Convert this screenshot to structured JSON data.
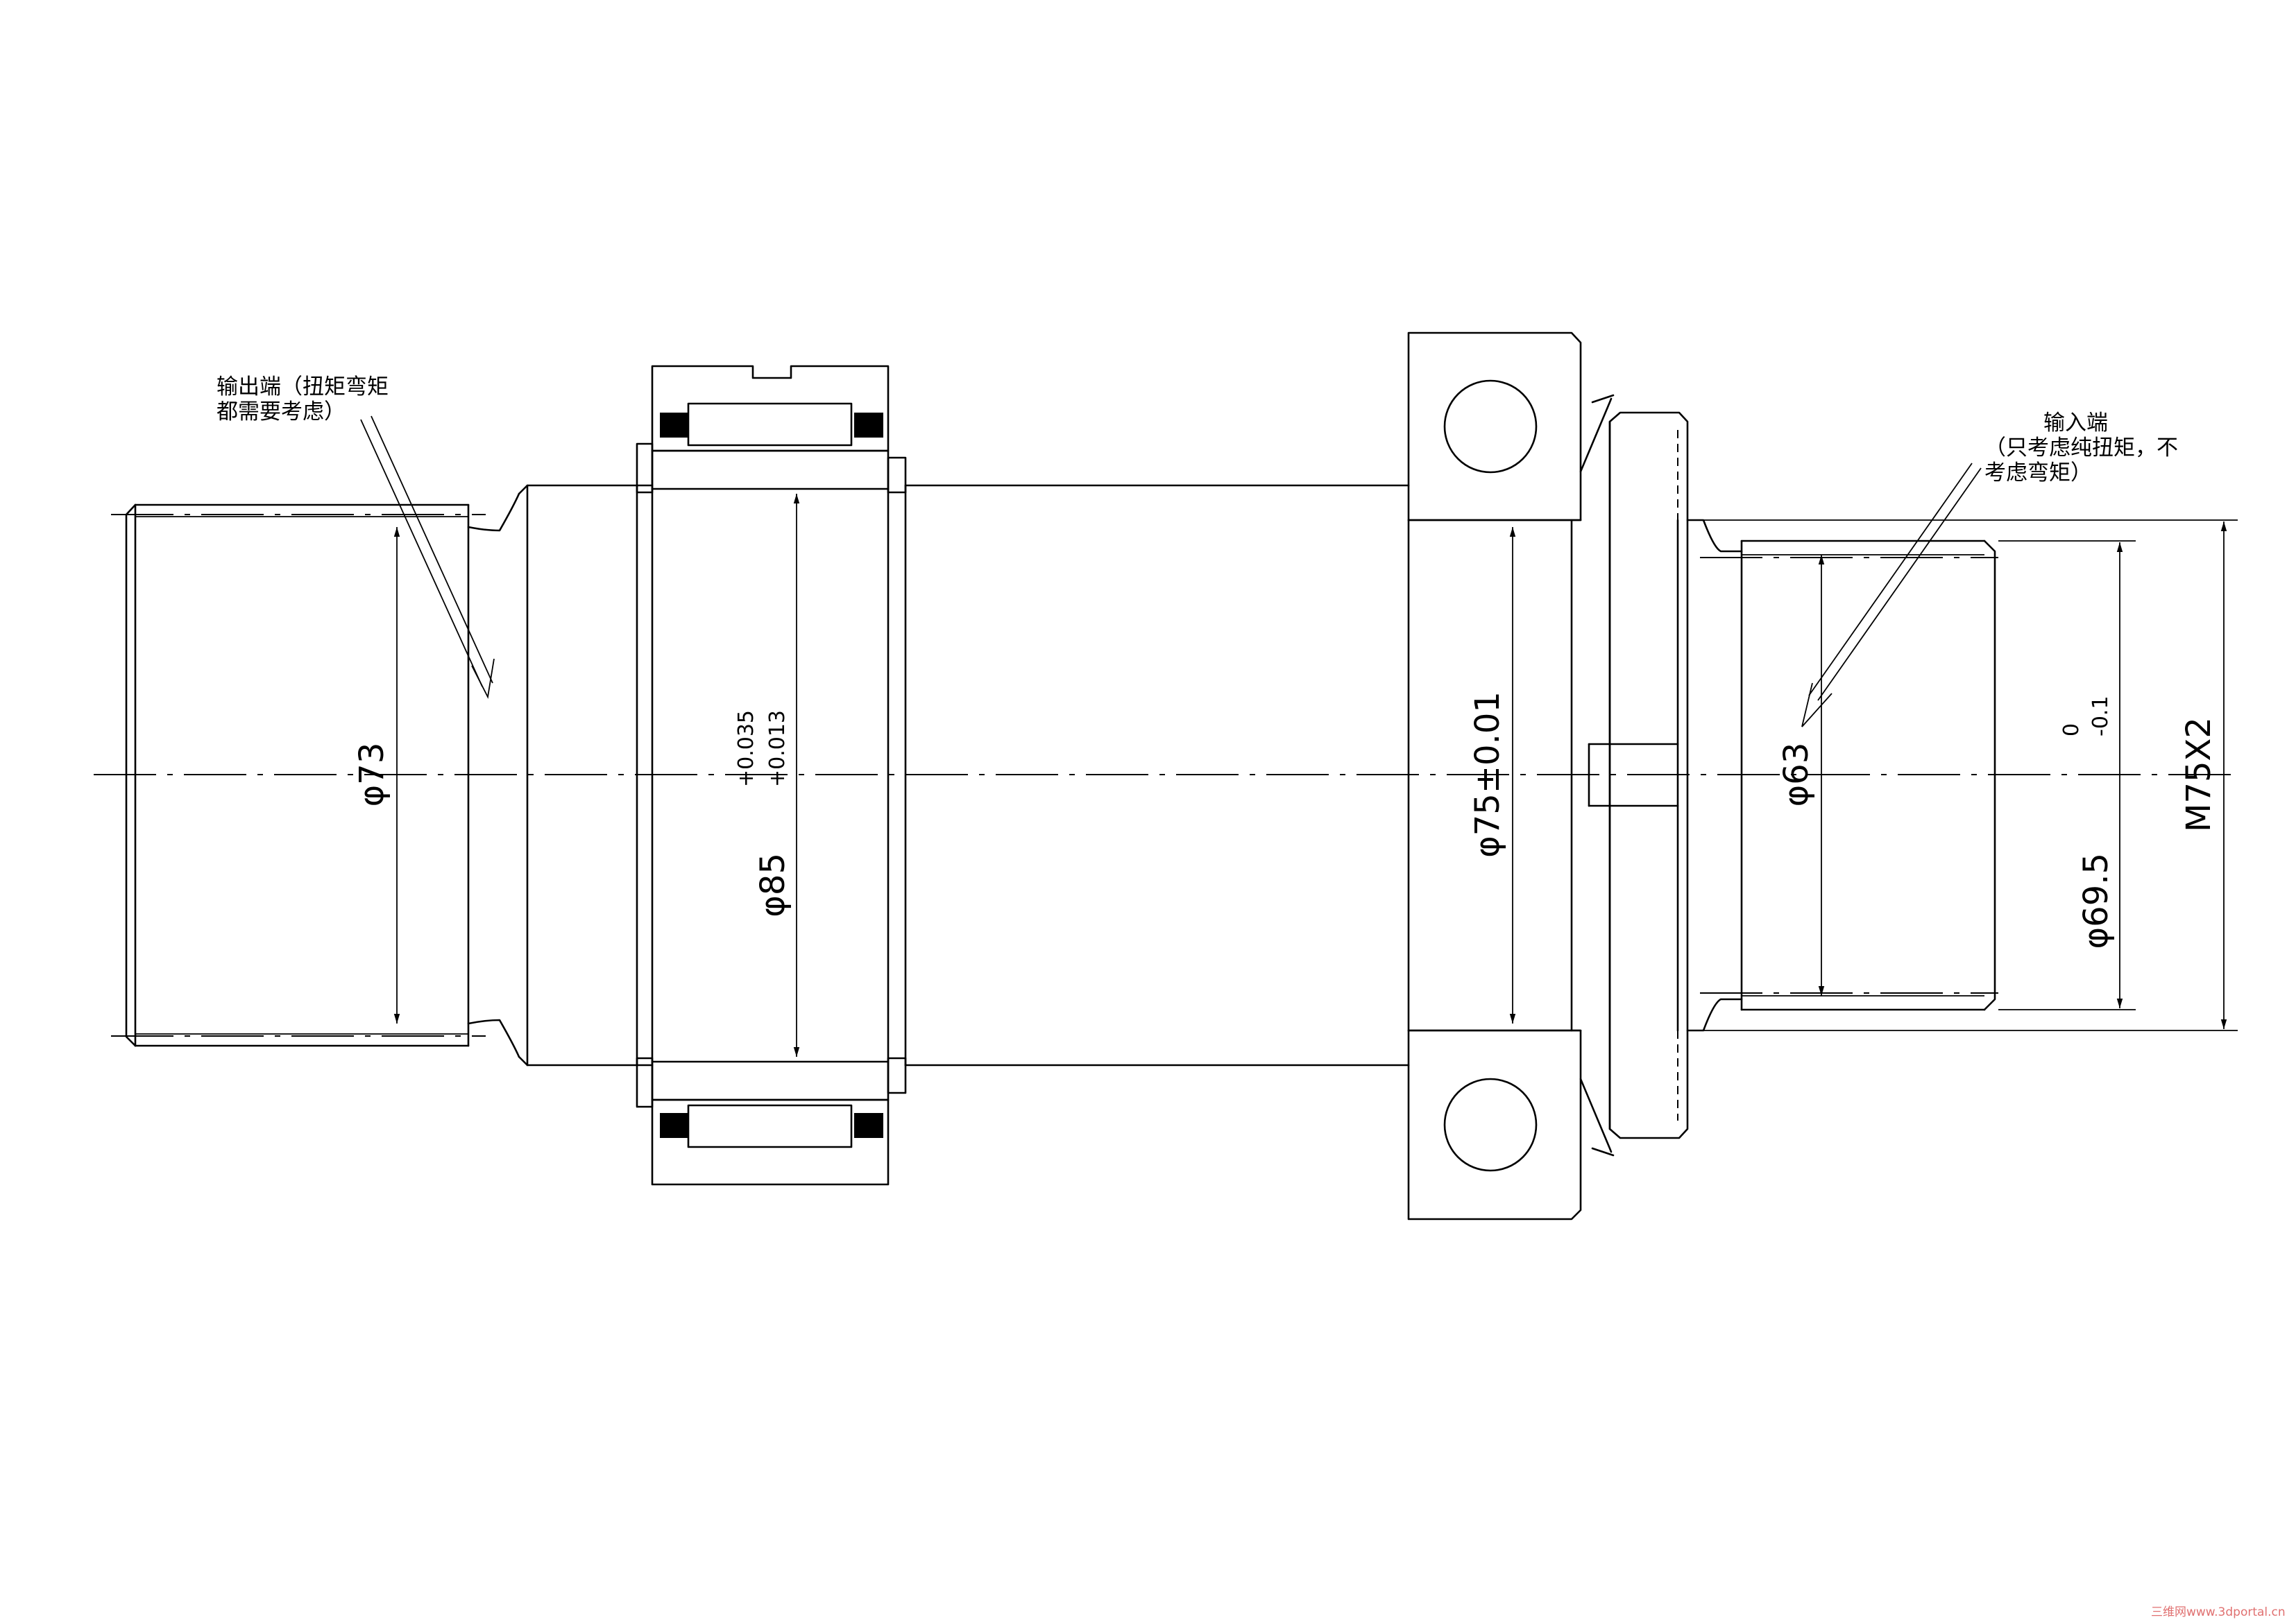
{
  "annotations": {
    "output_end": {
      "line1": "输出端（扭矩弯矩",
      "line2": "都需要考虑）"
    },
    "input_end": {
      "line1": "输入端",
      "line2": "（只考虑纯扭矩，不",
      "line3": "考虑弯矩）"
    }
  },
  "dimensions": {
    "d73": "φ73",
    "d85": {
      "base": "φ85",
      "upper": "+0.035",
      "lower": "+0.013"
    },
    "d75": "φ75±0.01",
    "d63": "φ63",
    "d69_5": {
      "base": "φ69.5",
      "upper": "0",
      "lower": "-0.1"
    },
    "thread": "M75X2"
  },
  "watermark": "三维网www.3dportal.cn",
  "colors": {
    "line": "#000000",
    "background": "#ffffff",
    "watermark": "#e07070"
  }
}
